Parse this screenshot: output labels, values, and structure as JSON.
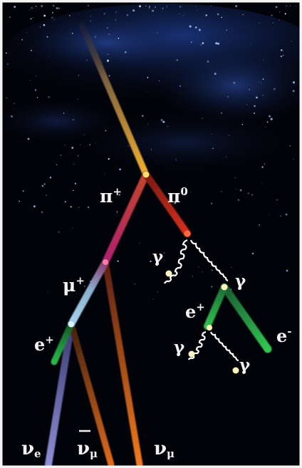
{
  "labels": {
    "pi_plus": "π+",
    "pi_zero": "π0",
    "gamma": "γ",
    "mu_plus": "μ+",
    "e_plus": "e+",
    "e_minus": "e-",
    "nu": "ν",
    "sub_e": "e",
    "sub_mu": "μ"
  },
  "colors": {
    "background": "#020309",
    "primary": "#e79e2a",
    "pion_charged": "#b1265a",
    "pion_neutral": "#c1271c",
    "muon": "#8ab6d4",
    "electron": "#2aa04c",
    "neutrino_e": "#7f80c8",
    "neutrino_mu": "#d4621a",
    "vertex": "#fff3c0",
    "gamma_line": "#ffffff",
    "text": "#f2f2f2"
  }
}
